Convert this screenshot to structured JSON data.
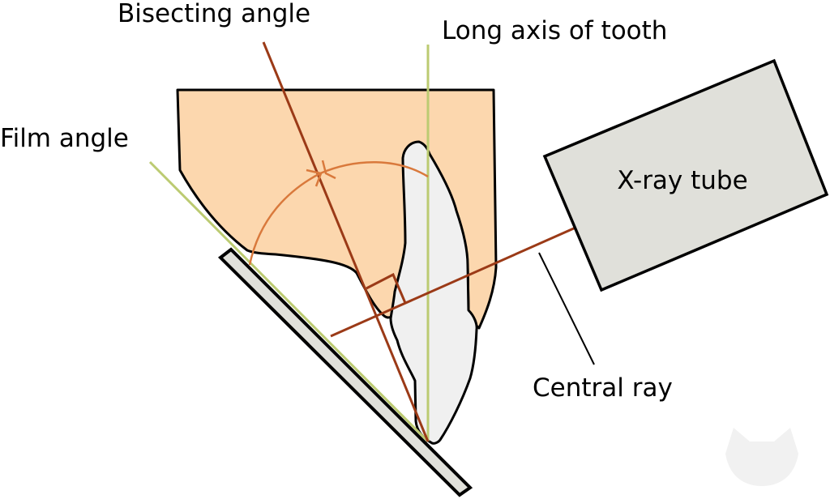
{
  "labels": {
    "bisecting_angle": "Bisecting angle",
    "long_axis": "Long axis of tooth",
    "film_angle": "Film angle",
    "xray_tube": "X-ray tube",
    "central_ray": "Central ray"
  },
  "colors": {
    "gum": "#fcd7ae",
    "tooth": "#f0f0f0",
    "film": "#e0e0da",
    "tube": "#e0e0da",
    "axis_line": "#bccb72",
    "bisect_line": "#9b3a17",
    "arc": "#d9793c"
  }
}
